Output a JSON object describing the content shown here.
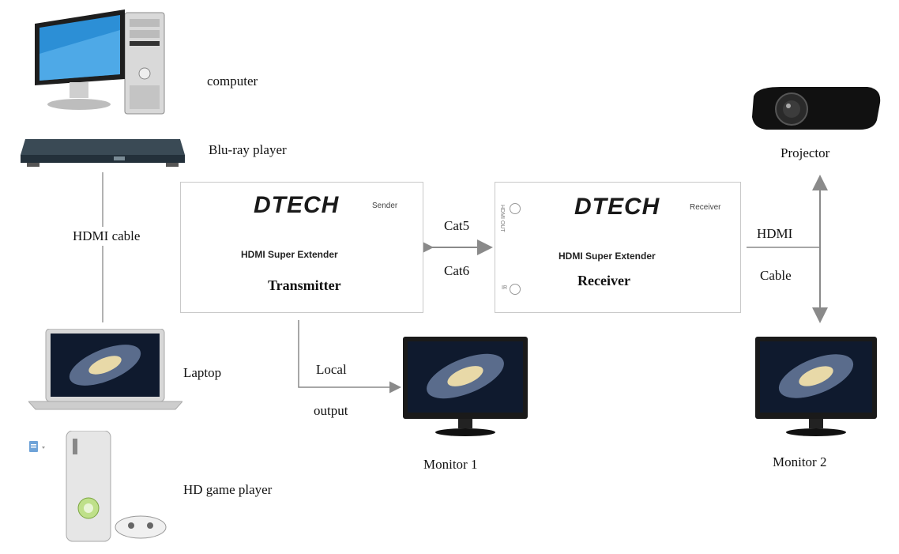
{
  "sources": {
    "computer": "computer",
    "bluray": "Blu-ray player",
    "hdmi_cable": "HDMI cable",
    "laptop": "Laptop",
    "game": "HD game player"
  },
  "transmitter": {
    "brand": "DTECH",
    "role": "Sender",
    "product": "HDMI Super Extender",
    "name": "Transmitter"
  },
  "receiver": {
    "brand": "DTECH",
    "role": "Receiver",
    "product": "HDMI Super Extender",
    "name": "Receiver",
    "port_top": "HDMI OUT",
    "port_bottom": "IR"
  },
  "link": {
    "top": "Cat5",
    "bottom": "Cat6"
  },
  "local": {
    "top": "Local",
    "bottom": "output"
  },
  "output": {
    "hdmi": "HDMI",
    "cable": "Cable",
    "projector": "Projector",
    "monitor1": "Monitor 1",
    "monitor2": "Monitor 2"
  }
}
